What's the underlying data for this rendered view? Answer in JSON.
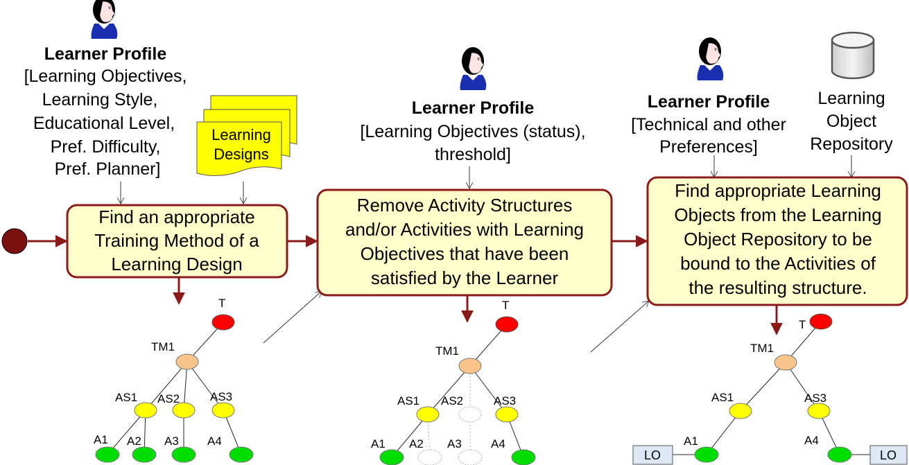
{
  "profiles": {
    "p1": {
      "title": "Learner Profile",
      "lines": [
        "[Learning Objectives,",
        "Learning Style,",
        "Educational Level,",
        "Pref. Difficulty,",
        "Pref. Planner]"
      ]
    },
    "p2": {
      "title": "Learner Profile",
      "lines": [
        "[Learning Objectives (status),",
        "threshold]"
      ]
    },
    "p3": {
      "title": "Learner Profile",
      "lines": [
        "[Technical and other",
        "Preferences]"
      ]
    }
  },
  "designs": {
    "lines": [
      "Learning",
      "Designs"
    ]
  },
  "repository": {
    "lines": [
      "Learning",
      "Object",
      "Repository"
    ]
  },
  "steps": {
    "s1": [
      "Find an appropriate",
      "Training Method of a",
      "Learning Design"
    ],
    "s2": [
      "Remove Activity Structures",
      "and/or Activities with Learning",
      "Objectives that have been",
      "satisfied by the Learner"
    ],
    "s3": [
      "Find appropriate Learning",
      "Objects from the Learning",
      "Object Repository to be",
      "bound to the Activities of",
      "the resulting structure."
    ]
  },
  "tree_labels": {
    "t1": {
      "T": "T",
      "TM1": "TM1",
      "AS1": "AS1",
      "AS2": "AS2",
      "AS3": "AS3",
      "A1": "A1",
      "A2": "A2",
      "A3": "A3",
      "A4": "A4"
    },
    "t2": {
      "T": "T",
      "TM1": "TM1",
      "AS1": "AS1",
      "AS2": "AS2",
      "AS3": "AS3",
      "A1": "A1",
      "A2": "A2",
      "A3": "A3",
      "A4": "A4"
    },
    "t3": {
      "T": "T",
      "TM1": "TM1",
      "AS1": "AS1",
      "AS3": "AS3",
      "A1": "A1",
      "A4": "A4"
    }
  },
  "lo": {
    "left": "LO",
    "right": "LO"
  },
  "colors": {
    "box_fill": "#ffffcc",
    "box_stroke": "#8b1a1a",
    "arrow": "#8b1a1a",
    "start": "#7a1010",
    "node_T": "#ff0000",
    "node_TM": "#f8c48c",
    "node_AS": "#ffff00",
    "node_A": "#00dd00",
    "designs_fill": "#ffff00",
    "lo_fill": "#dde8f4"
  }
}
